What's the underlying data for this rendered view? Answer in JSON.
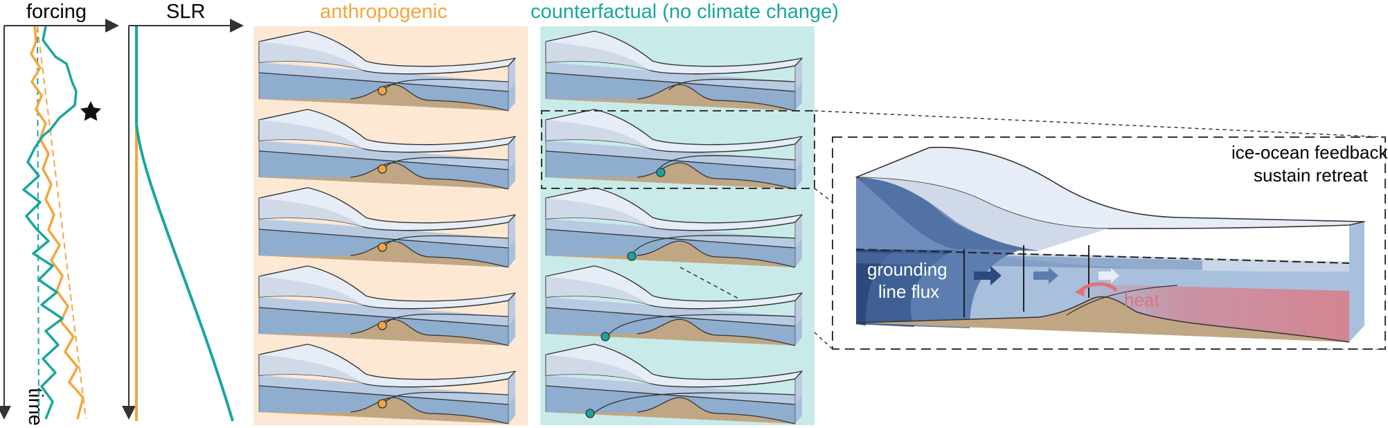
{
  "labels": {
    "forcing": "forcing",
    "time": "time",
    "slr": "SLR",
    "anthropogenic": "anthropogenic",
    "counterfactual": "counterfactual (no climate change)",
    "feedback_line1": "ice-ocean feedbacks",
    "feedback_line2": "sustain retreat",
    "flux_line1": "grounding",
    "flux_line2": "line flux",
    "heat": "heat"
  },
  "colors": {
    "anthropogenic": "#f5a53d",
    "counterfactual": "#18a69e",
    "anthro_panel": "#fde8d4",
    "counter_panel": "#c8ebe9",
    "ice_top": "#e7edf6",
    "ice_side": "#bccde3",
    "ice_front": "#c9d6e8",
    "ocean": "#8fadcf",
    "ocean_front": "#a8c0dc",
    "bed": "#c1a683",
    "grounded_dark": "#2d4a7e",
    "heat": "#e37078"
  },
  "icons": {
    "threshold": "star-icon",
    "grounding_line": "grounding-line-dot-icon"
  }
}
